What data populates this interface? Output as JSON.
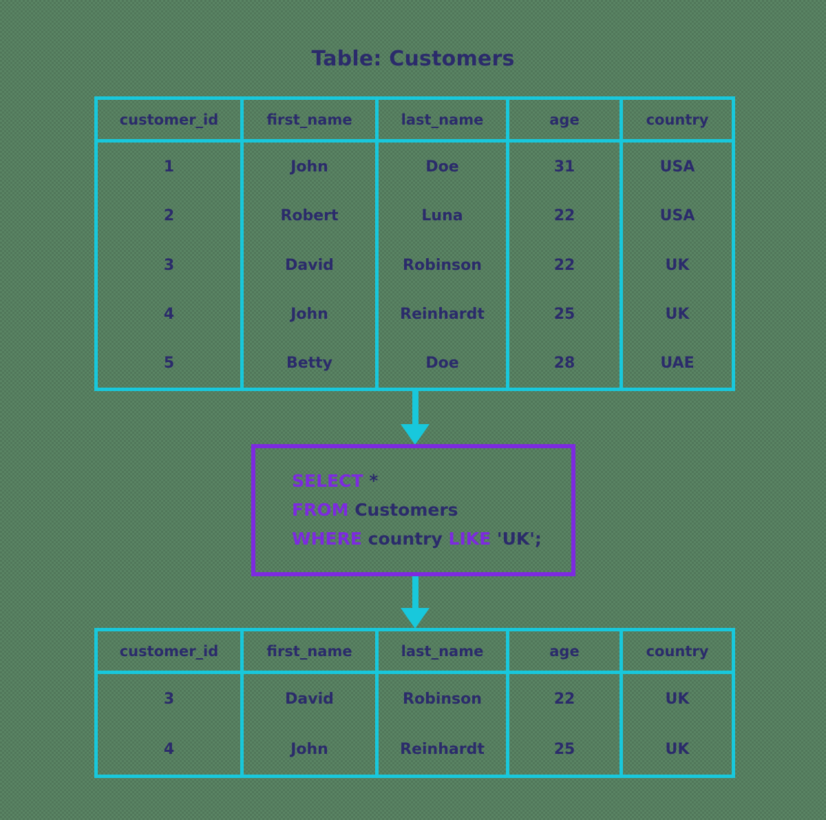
{
  "title": "Table: Customers",
  "colors": {
    "table_border": "#18c8dc",
    "text": "#2b2b6b",
    "keyword": "#7d2ae0",
    "query_border": "#7d2ae0",
    "arrow": "#18c8dc",
    "background": "#5a8464"
  },
  "source_table": {
    "columns": [
      "customer_id",
      "first_name",
      "last_name",
      "age",
      "country"
    ],
    "rows": [
      [
        "1",
        "John",
        "Doe",
        "31",
        "USA"
      ],
      [
        "2",
        "Robert",
        "Luna",
        "22",
        "USA"
      ],
      [
        "3",
        "David",
        "Robinson",
        "22",
        "UK"
      ],
      [
        "4",
        "John",
        "Reinhardt",
        "25",
        "UK"
      ],
      [
        "5",
        "Betty",
        "Doe",
        "28",
        "UAE"
      ]
    ]
  },
  "query": {
    "lines": [
      [
        {
          "t": "SELECT",
          "k": true
        },
        {
          "t": " ",
          "k": false
        },
        {
          "t": "*",
          "k": false
        }
      ],
      [
        {
          "t": "FROM",
          "k": true
        },
        {
          "t": " ",
          "k": false
        },
        {
          "t": "Customers",
          "k": false
        }
      ],
      [
        {
          "t": "WHERE",
          "k": true
        },
        {
          "t": " ",
          "k": false
        },
        {
          "t": "country",
          "k": false
        },
        {
          "t": " ",
          "k": false
        },
        {
          "t": "LIKE",
          "k": true
        },
        {
          "t": " ",
          "k": false
        },
        {
          "t": "'UK';",
          "k": false
        }
      ]
    ],
    "text": "SELECT * FROM Customers WHERE country LIKE 'UK';"
  },
  "result_table": {
    "columns": [
      "customer_id",
      "first_name",
      "last_name",
      "age",
      "country"
    ],
    "rows": [
      [
        "3",
        "David",
        "Robinson",
        "22",
        "UK"
      ],
      [
        "4",
        "John",
        "Reinhardt",
        "25",
        "UK"
      ]
    ]
  },
  "arrows": [
    {
      "name": "arrow-table-to-query",
      "direction": "down"
    },
    {
      "name": "arrow-query-to-result",
      "direction": "down"
    }
  ]
}
